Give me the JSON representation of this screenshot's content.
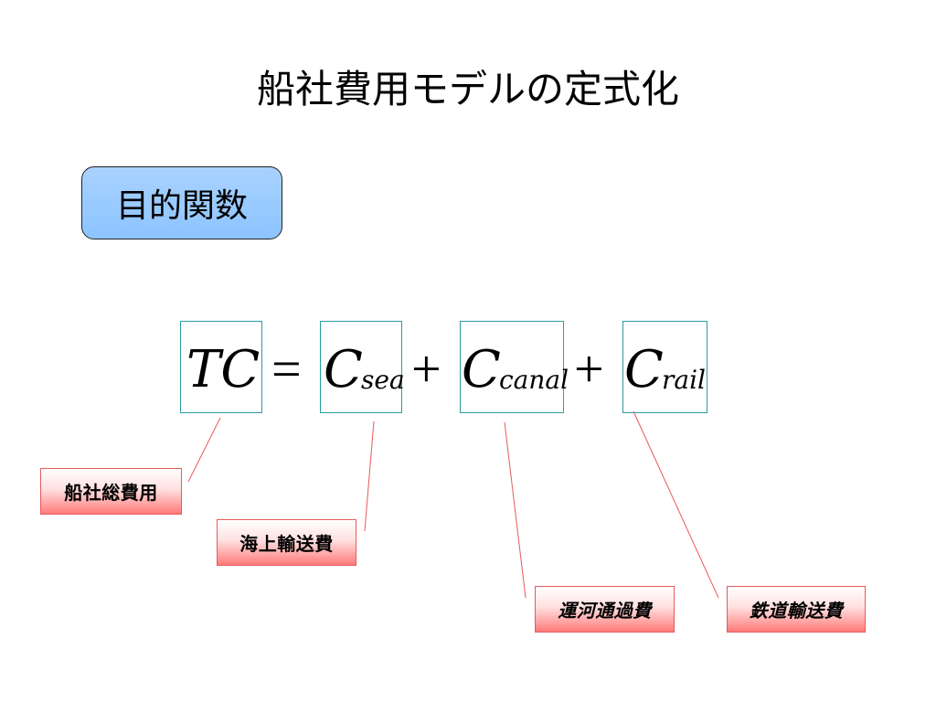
{
  "slide": {
    "title": "船社費用モデルの定式化",
    "objective_label": "目的関数"
  },
  "equation": {
    "lhs": "TC",
    "equals": "=",
    "plus": "+",
    "c_symbol": "C",
    "sub_sea": "sea",
    "sub_canal": "canal",
    "sub_rail": "rail"
  },
  "callouts": {
    "total_cost": "船社総費用",
    "sea_cost": "海上輸送費",
    "canal_cost": "運河通過費",
    "rail_cost": "鉄道輸送費"
  },
  "colors": {
    "objective_fill": "#8cc4ff",
    "term_box_border": "#2a9ca0",
    "callout_border": "#e85a5a",
    "callout_fill_bottom": "#ff7a7a",
    "leader_line": "#e85a5a"
  }
}
